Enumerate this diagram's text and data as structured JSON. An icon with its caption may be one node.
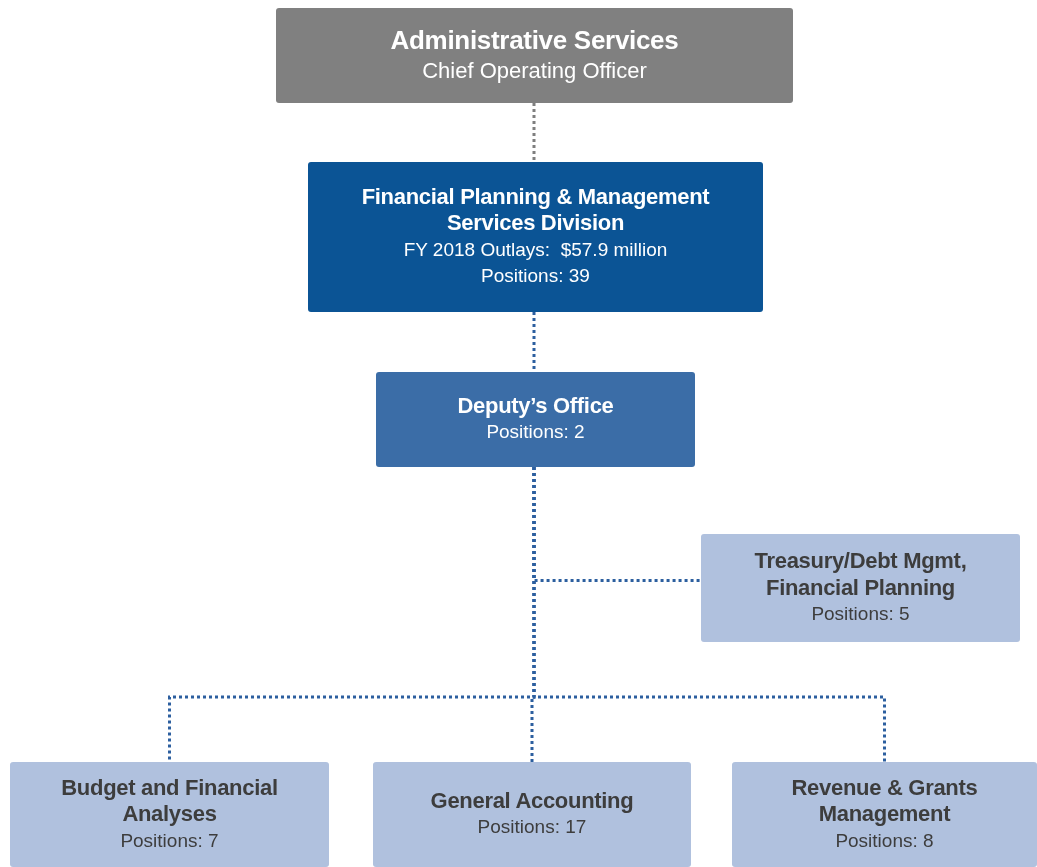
{
  "diagram": {
    "nodes": [
      {
        "text": [
          "Administrative Services",
          "Chief Operating Officer"
        ]
      },
      {
        "text": [
          "Financial Planning & Management Services Division",
          "FY 2018 Outlays:  $57.9 million",
          "Positions: 39"
        ]
      },
      {
        "text": [
          "Deputy’s Office",
          "Positions: 2"
        ]
      },
      {
        "text": [
          "Treasury/Debt Mgmt, Financial Planning",
          "Positions: 5"
        ]
      },
      {
        "text": [
          "Budget and Financial Analyses",
          "Positions: 7"
        ]
      },
      {
        "text": [
          "General Accounting",
          "Positions: 17"
        ]
      },
      {
        "text": [
          "Revenue & Grants Management",
          "Positions: 8"
        ]
      }
    ],
    "edges": [
      {
        "from": 0,
        "to": 1,
        "arrow": "none",
        "style": "dashed",
        "color": "#7f7f7f"
      },
      {
        "from": 1,
        "to": 2,
        "arrow": "none",
        "style": "dashed"
      },
      {
        "from": 2,
        "to": 3,
        "arrow": "none",
        "style": "dashed"
      },
      {
        "from": 2,
        "to": 4,
        "arrow": "none",
        "style": "dashed"
      },
      {
        "from": 2,
        "to": 5,
        "arrow": "none",
        "style": "dashed"
      },
      {
        "from": 2,
        "to": 6,
        "arrow": "none",
        "style": "dashed"
      }
    ]
  }
}
